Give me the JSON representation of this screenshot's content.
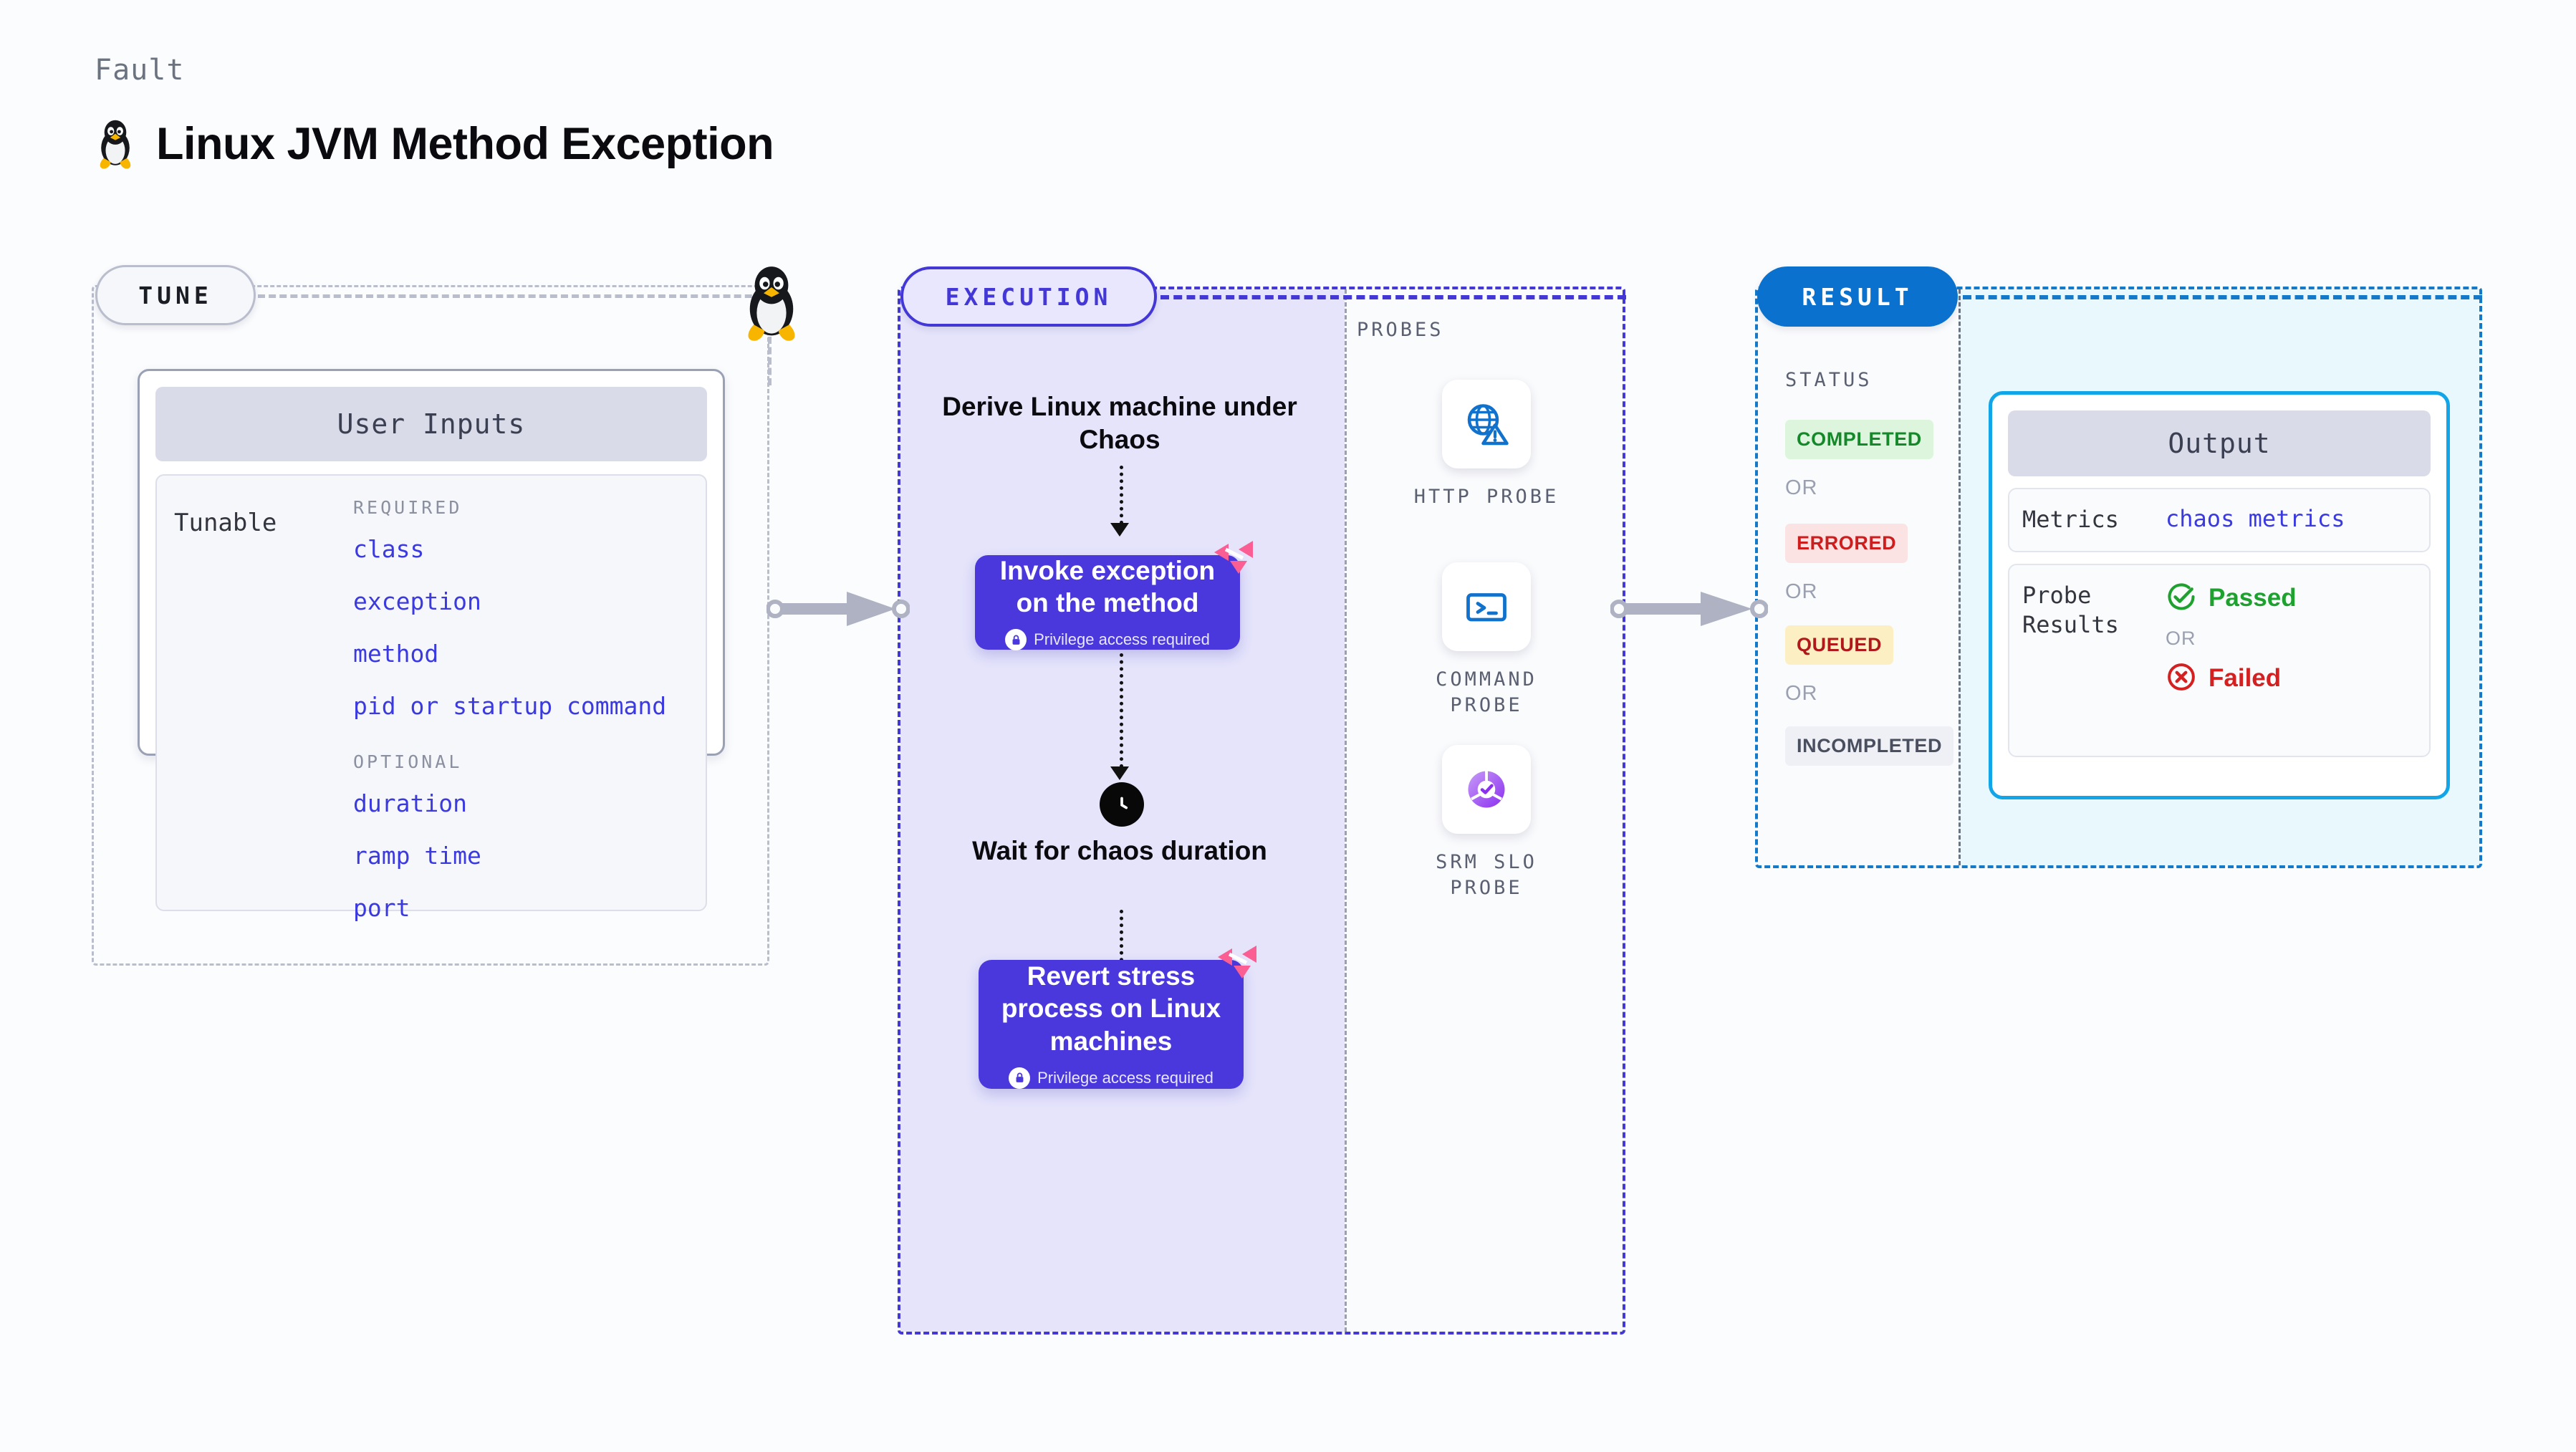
{
  "header": {
    "eyebrow": "Fault",
    "title": "Linux JVM Method Exception",
    "icon": "linux-penguin-icon"
  },
  "tune": {
    "badge": "TUNE",
    "icon": "linux-penguin-icon",
    "card": {
      "header": "User Inputs",
      "row_label": "Tunable",
      "groups": [
        {
          "title": "REQUIRED",
          "items": [
            "class",
            "exception",
            "method",
            "pid or startup command"
          ]
        },
        {
          "title": "OPTIONAL",
          "items": [
            "duration",
            "ramp time",
            "port"
          ]
        }
      ]
    }
  },
  "execution": {
    "badge": "EXECUTION",
    "steps": [
      {
        "kind": "text",
        "label": "Derive Linux machine under Chaos"
      },
      {
        "kind": "node",
        "label": "Invoke exception on the method",
        "sub": "Privilege access required",
        "sub_icon": "lock-icon",
        "badge_icon": "harness-chaos-ribbon-icon"
      },
      {
        "kind": "wait",
        "icon": "clock-icon",
        "label": "Wait for chaos duration"
      },
      {
        "kind": "node",
        "label": "Revert stress process on Linux machines",
        "sub": "Privilege access required",
        "sub_icon": "lock-icon",
        "badge_icon": "harness-chaos-ribbon-icon"
      }
    ]
  },
  "probes": {
    "title": "PROBES",
    "items": [
      {
        "label": "HTTP PROBE",
        "icon": "globe-warning-icon"
      },
      {
        "label": "COMMAND PROBE",
        "icon": "terminal-prompt-icon"
      },
      {
        "label": "SRM SLO PROBE",
        "icon": "slo-donut-check-icon"
      }
    ]
  },
  "result": {
    "badge": "RESULT",
    "status_title": "STATUS",
    "or_label": "OR",
    "statuses": [
      {
        "label": "COMPLETED",
        "bg": "#dcf5dc",
        "fg": "#15892a"
      },
      {
        "label": "ERRORED",
        "bg": "#fbe3e3",
        "fg": "#cf1d1d"
      },
      {
        "label": "QUEUED",
        "bg": "#fdefc4",
        "fg": "#b01919"
      },
      {
        "label": "INCOMPLETED",
        "bg": "#eef0f5",
        "fg": "#4a4f60"
      }
    ],
    "output": {
      "header": "Output",
      "metrics_key": "Metrics",
      "metrics_value": "chaos metrics",
      "probe_results_key": "Probe Results",
      "or_label": "OR",
      "passed": {
        "label": "Passed",
        "icon": "check-circle-icon",
        "color": "#1fa12f"
      },
      "failed": {
        "label": "Failed",
        "icon": "x-circle-icon",
        "color": "#d42020"
      }
    }
  },
  "colors": {
    "accent_purple": "#4a38dd",
    "accent_blue": "#0a72ce",
    "accent_cyan": "#12a6e8",
    "tune_gray": "#b9bdcc",
    "link_blue": "#3b3ae0",
    "ribbon_pink": "#fa5e93"
  }
}
